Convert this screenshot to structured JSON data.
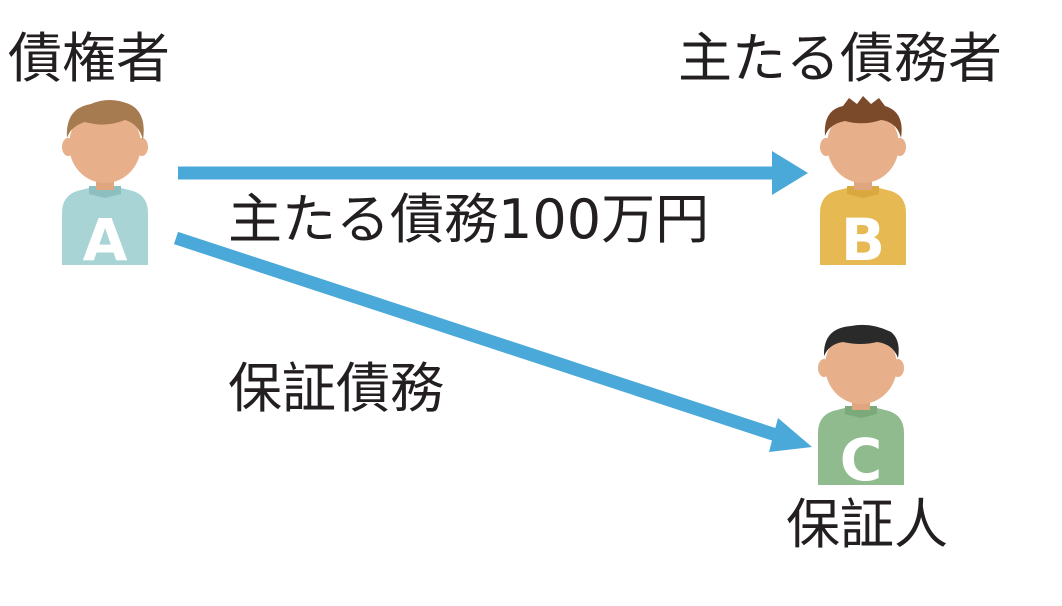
{
  "roles": {
    "creditor": "債権者",
    "main_debtor": "主たる債務者",
    "guarantor": "保証人"
  },
  "persons": [
    {
      "id": "A",
      "letter": "A",
      "shirt_color": "#a9d4d5",
      "hair_color": "#a57b4f"
    },
    {
      "id": "B",
      "letter": "B",
      "shirt_color": "#e6b952",
      "hair_color": "#7a4a2b"
    },
    {
      "id": "C",
      "letter": "C",
      "shirt_color": "#8fbb8f",
      "hair_color": "#2a2a2a"
    }
  ],
  "relations": {
    "main_debt": "主たる債務100万円",
    "guarantee_debt": "保証債務"
  },
  "colors": {
    "arrow": "#4aa9d8",
    "skin": "#e8b08a",
    "text": "#231f20"
  }
}
